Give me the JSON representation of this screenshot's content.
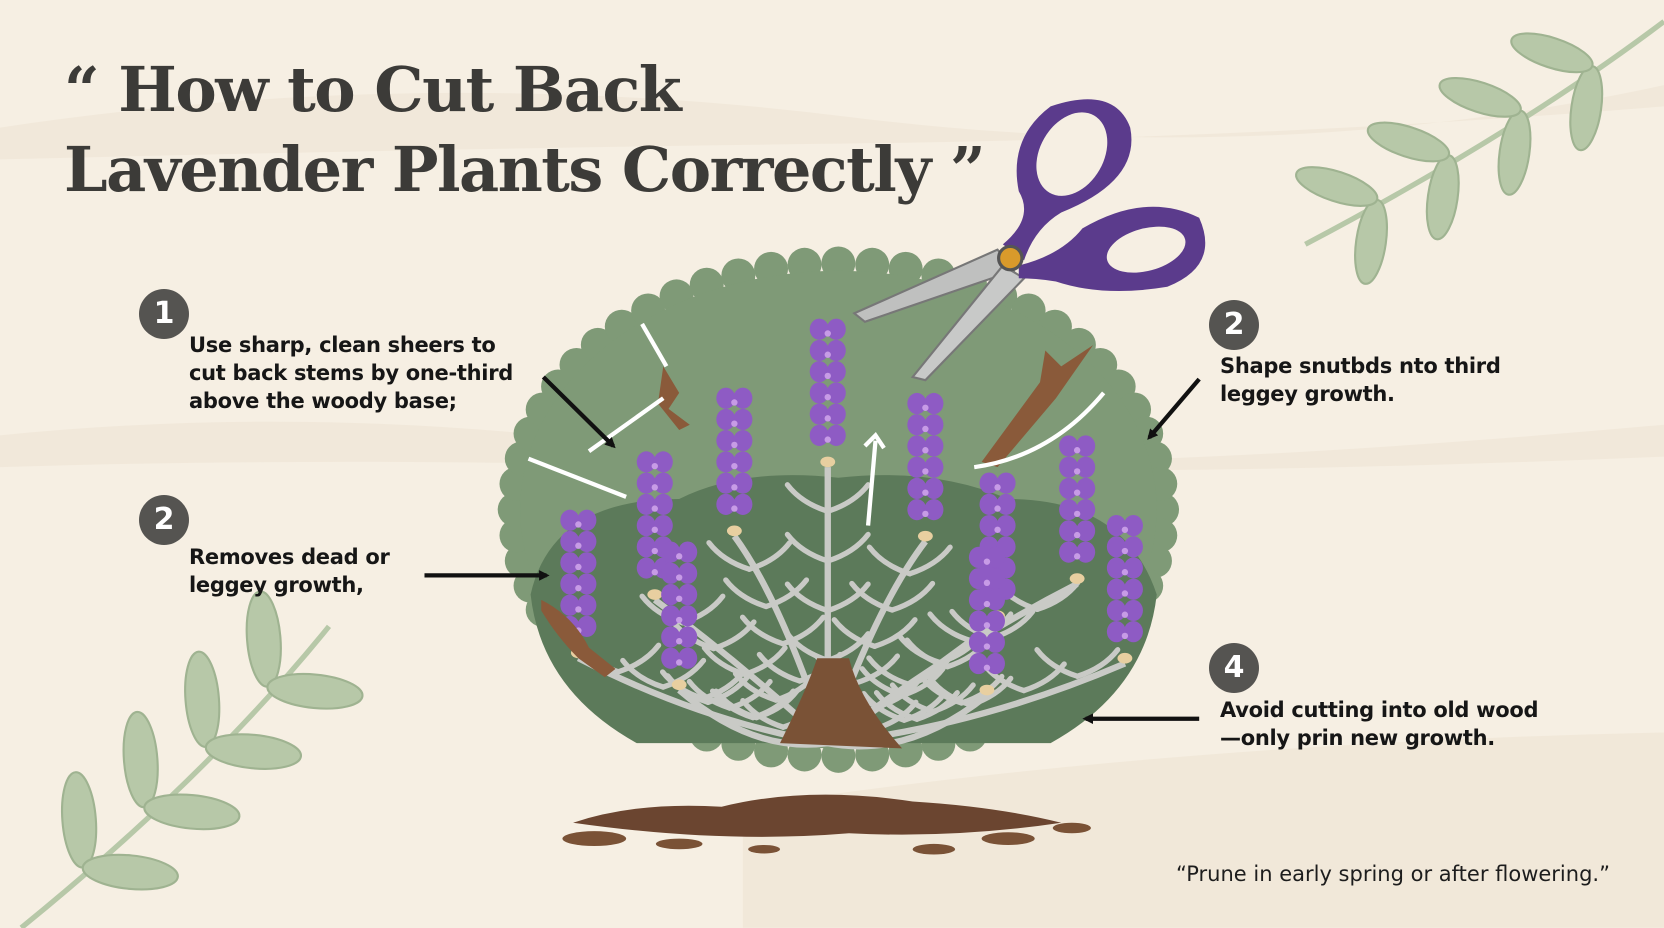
{
  "title": {
    "open_quote": "“",
    "line1": "How to Cut Back",
    "line2": "Lavender Plants Correctly",
    "close_quote": "”"
  },
  "steps": [
    {
      "number": "1",
      "lines": [
        "Use sharp, clean sheers to",
        "cut back stems by one-third",
        "above the woody base;"
      ]
    },
    {
      "number": "2",
      "lines": [
        "Removes dead or",
        "leggey growth,"
      ]
    },
    {
      "number": "2",
      "lines": [
        "Shape snutbds nto third",
        "leggey growth."
      ]
    },
    {
      "number": "4",
      "lines": [
        "Avoid cutting into old wood",
        "—only prin new growth."
      ]
    }
  ],
  "tip": "“Prune in early spring or after flowering.”",
  "colors": {
    "background": "#f6efe3",
    "badge": "#555451",
    "bush_light": "#7f9a77",
    "bush_dark": "#5c7a5a",
    "lavender": "#8e5bc4",
    "scissor_handle": "#5b3b8c",
    "stem": "#c9cac6",
    "wood": "#7a5236",
    "leaf": "#b7c8a8"
  },
  "icons": [
    "scissors-icon",
    "lavender-bush-illustration",
    "arrow-icon",
    "leaf-branch-icon",
    "number-badge"
  ]
}
